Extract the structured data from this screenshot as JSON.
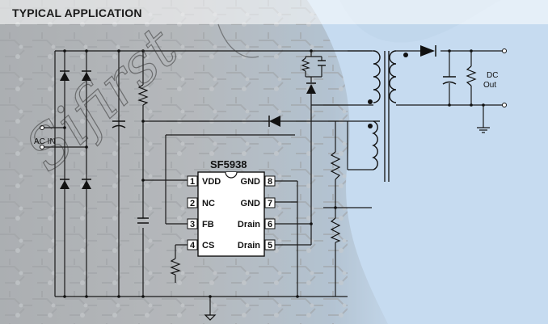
{
  "title": "TYPICAL APPLICATION",
  "chip": {
    "name": "SF5938",
    "pins": [
      {
        "num": "1",
        "label": "VDD"
      },
      {
        "num": "2",
        "label": "NC"
      },
      {
        "num": "3",
        "label": "FB"
      },
      {
        "num": "4",
        "label": "CS"
      },
      {
        "num": "8",
        "label": "GND"
      },
      {
        "num": "7",
        "label": "GND"
      },
      {
        "num": "6",
        "label": "Drain"
      },
      {
        "num": "5",
        "label": "Drain"
      }
    ]
  },
  "labels": {
    "ac_in": "AC IN",
    "dc_out_line1": "DC",
    "dc_out_line2": "Out"
  },
  "watermark": "Sifirst",
  "colors": {
    "background_sky": "#a8c8e8",
    "pcb_gray": "#8f9499",
    "wire": "#1a1a1a",
    "overlay": "#ffffff"
  }
}
